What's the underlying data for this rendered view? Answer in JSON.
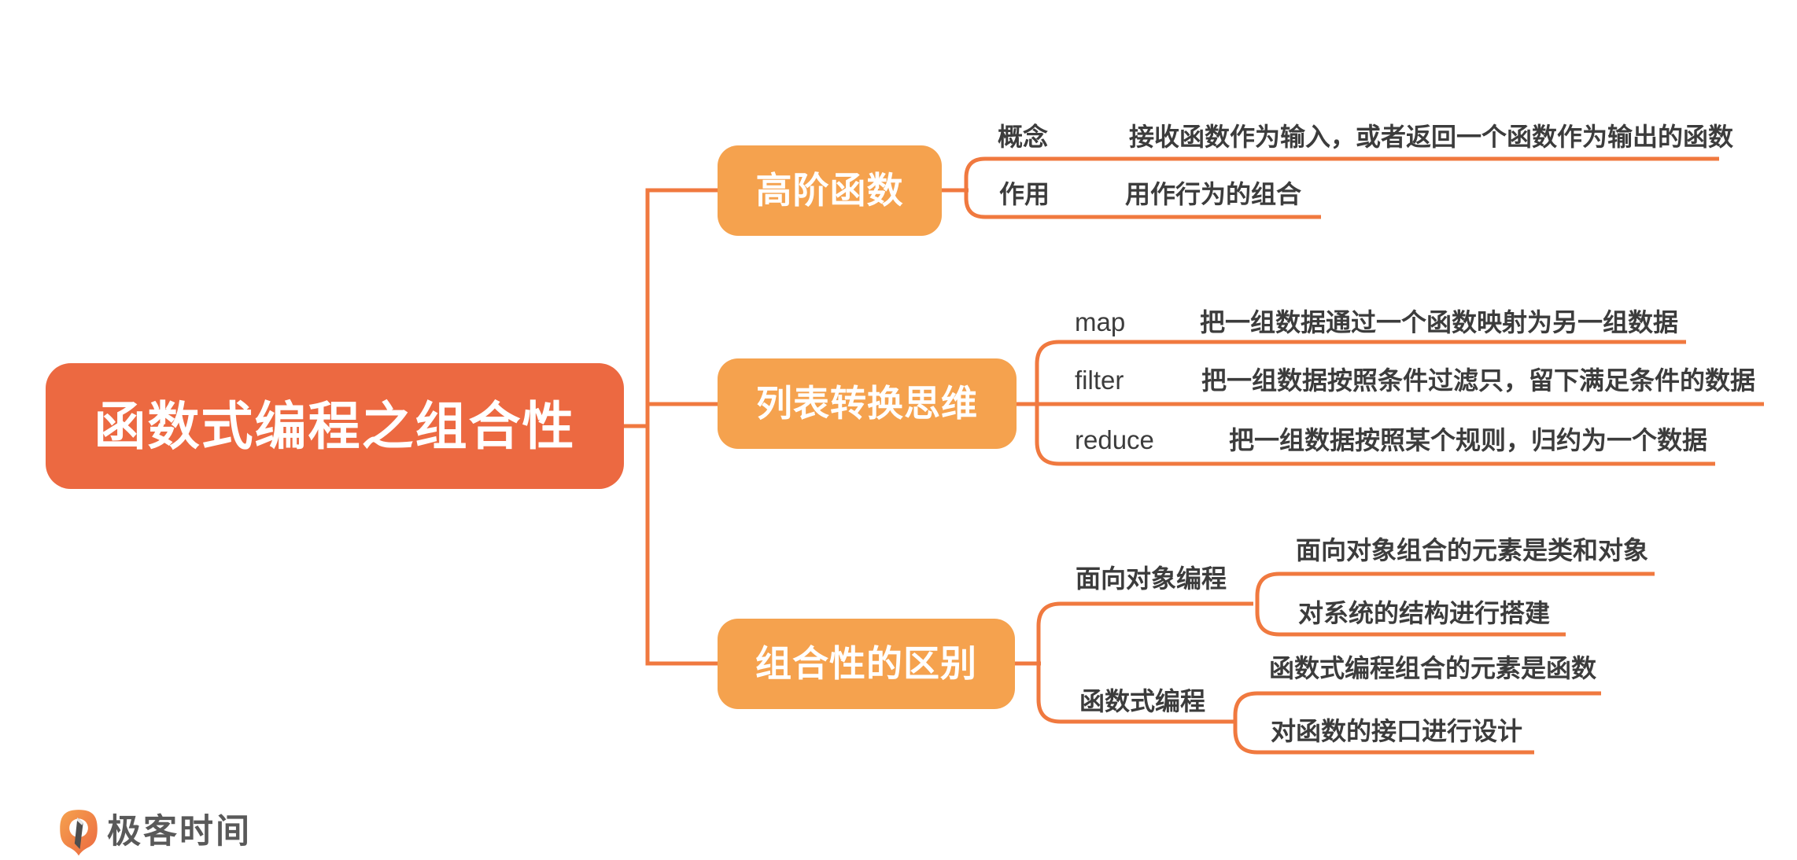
{
  "root": {
    "label": "函数式编程之组合性"
  },
  "branches": [
    {
      "label": "高阶函数",
      "children": [
        {
          "label": "概念",
          "desc": "接收函数作为输入，或者返回一个函数作为输出的函数"
        },
        {
          "label": "作用",
          "desc": "用作行为的组合"
        }
      ]
    },
    {
      "label": "列表转换思维",
      "children": [
        {
          "label": "map",
          "desc": "把一组数据通过一个函数映射为另一组数据"
        },
        {
          "label": "filter",
          "desc": "把一组数据按照条件过滤只，留下满足条件的数据"
        },
        {
          "label": "reduce",
          "desc": "把一组数据按照某个规则，归约为一个数据"
        }
      ]
    },
    {
      "label": "组合性的区别",
      "children": [
        {
          "label": "面向对象编程",
          "children": [
            {
              "desc": "面向对象组合的元素是类和对象"
            },
            {
              "desc": "对系统的结构进行搭建"
            }
          ]
        },
        {
          "label": "函数式编程",
          "children": [
            {
              "desc": "函数式编程组合的元素是函数"
            },
            {
              "desc": "对函数的接口进行设计"
            }
          ]
        }
      ]
    }
  ],
  "logo": {
    "text": "极客时间"
  },
  "colors": {
    "root_bg": "#EC6941",
    "branch_bg": "#F5A24E",
    "line": "#F0793F",
    "leaf_text": "#3C3C3C",
    "node_text": "#FFFFFF",
    "logo_text": "#595959",
    "logo_icon_orange": "#EF8A43",
    "logo_needle": "#4E4E4E"
  }
}
